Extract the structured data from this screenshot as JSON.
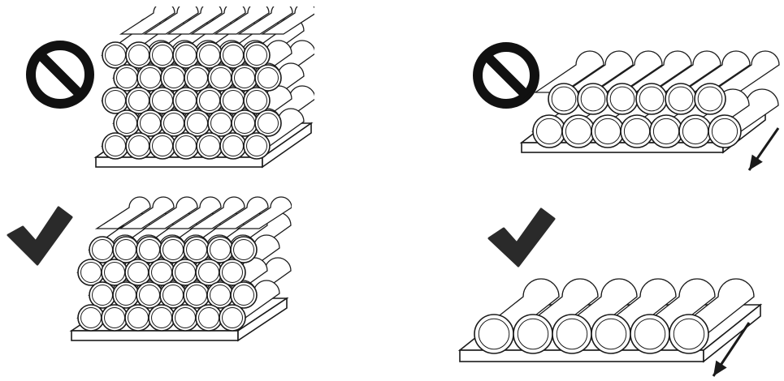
{
  "colors": {
    "ink": "#1a1a1a",
    "fill": "#ffffff",
    "prohibited": "#111111",
    "approved": "#2a2a2a"
  },
  "panels": [
    {
      "id": "stacked-wrong",
      "status": "prohibited",
      "status_icon": "prohibited-icon",
      "rack": "short-shelf",
      "arrangement": "stacked-tall",
      "rows": 5,
      "cols": 7,
      "direction_arrow": false
    },
    {
      "id": "slide-wrong",
      "status": "prohibited",
      "status_icon": "prohibited-icon",
      "rack": "sliding-shelf",
      "arrangement": "two-rows-front",
      "rows": 2,
      "cols": 7,
      "direction_arrow": true,
      "arrow_icon": "pull-out-arrow-icon"
    },
    {
      "id": "stacked-right",
      "status": "approved",
      "status_icon": "checkmark-icon",
      "rack": "short-shelf",
      "arrangement": "stacked-tall",
      "rows": 4,
      "cols": 7,
      "direction_arrow": false
    },
    {
      "id": "slide-right",
      "status": "approved",
      "status_icon": "checkmark-icon",
      "rack": "sliding-shelf",
      "arrangement": "single-row-front",
      "rows": 1,
      "cols": 6,
      "direction_arrow": true,
      "arrow_icon": "pull-out-arrow-icon"
    }
  ]
}
